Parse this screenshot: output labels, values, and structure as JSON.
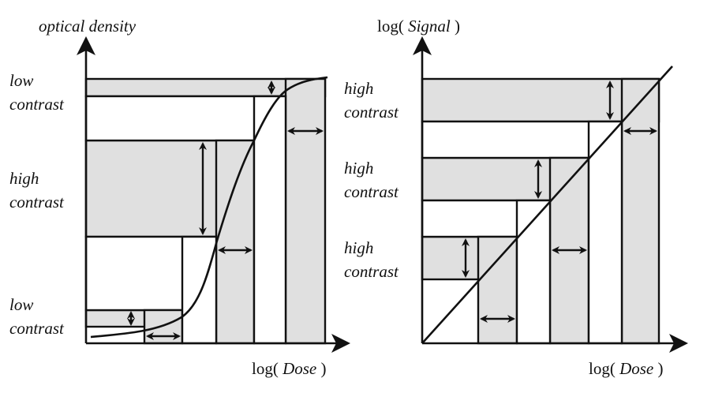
{
  "left_panel": {
    "y_axis_label": "optical density",
    "x_axis_prefix": "log(",
    "x_axis_var": "Dose",
    "x_axis_suffix": ")",
    "labels": {
      "top_line1": "low",
      "top_line2": "contrast",
      "mid_line1": "high",
      "mid_line2": "contrast",
      "bot_line1": "low",
      "bot_line2": "contrast"
    }
  },
  "right_panel": {
    "y_axis_prefix": "log(",
    "y_axis_var": "Signal",
    "y_axis_suffix": ")",
    "x_axis_prefix": "log(",
    "x_axis_var": "Dose",
    "x_axis_suffix": ")",
    "labels": {
      "top_line1": "high",
      "top_line2": "contrast",
      "mid_line1": "high",
      "mid_line2": "contrast",
      "bot_line1": "high",
      "bot_line2": "contrast"
    }
  },
  "colors": {
    "fill": "#e0e0e0",
    "line": "#111111"
  }
}
